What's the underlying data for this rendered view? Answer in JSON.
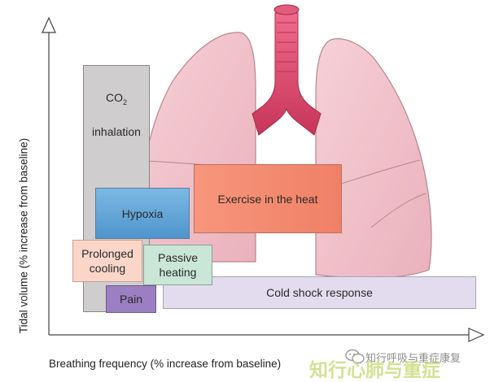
{
  "axes": {
    "y_label": "Tidal volume (% increase from baseline)",
    "x_label": "Breathing frequency (% increase from baseline)"
  },
  "boxes": {
    "co2": {
      "line1": "CO",
      "sub": "2",
      "line2": "inhalation"
    },
    "exercise": "Exercise in the heat",
    "hypoxia": "Hypoxia",
    "prolonged_cooling": "Prolonged\ncooling",
    "passive_heating": "Passive\nheating",
    "pain": "Pain",
    "cold_shock": "Cold shock response"
  },
  "watermark": {
    "account": "知行呼吸与重症康复",
    "logo_text": "知行心肺与重症"
  },
  "colors": {
    "lung_fill": "#f2c4cc",
    "trachea": "#d9466b",
    "co2_box": "#cfcdcd",
    "exercise_box": "#f38b70",
    "hypoxia_box": "#5ea3d6",
    "prolonged_cooling_box": "#fbd6c8",
    "passive_heating_box": "#c9e6d7",
    "pain_box": "#9b7fc2",
    "cold_shock_box": "#e3dcef"
  }
}
